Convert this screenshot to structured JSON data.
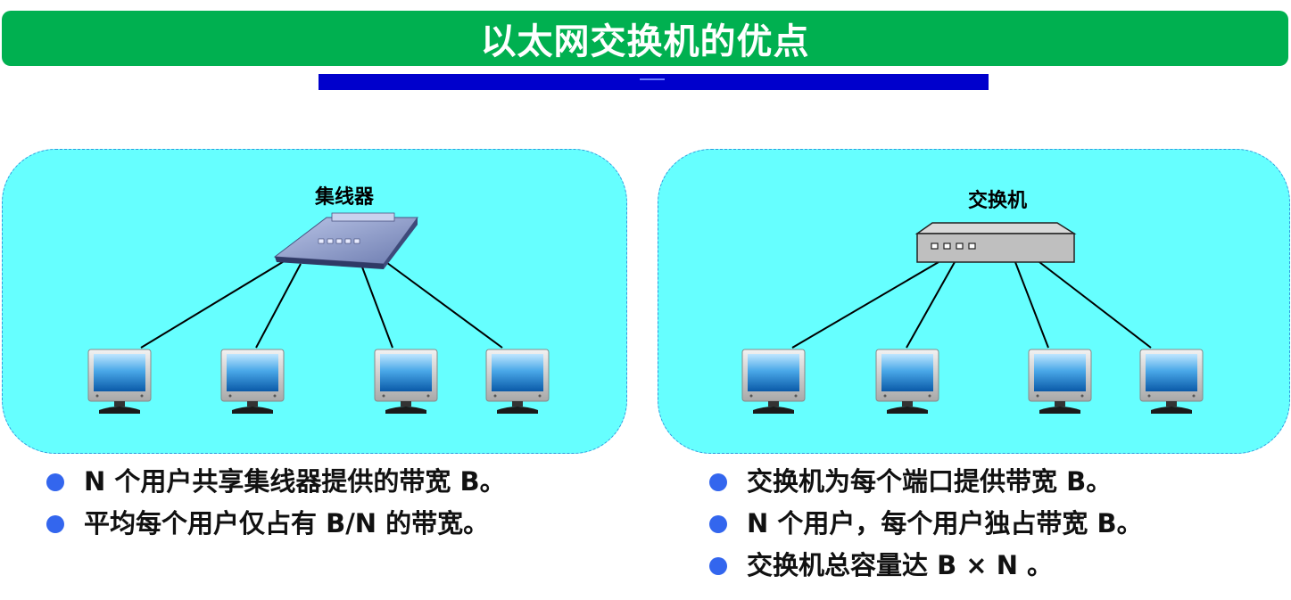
{
  "title": "以太网交换机的优点",
  "colors": {
    "title_bg": "#00b050",
    "panel_bg": "#66ffff",
    "panel_border": "#3399dd",
    "bullet": "#3366ee",
    "strip": "#0000cc"
  },
  "left_panel": {
    "device_label": "集线器",
    "device_icon": "hub-icon",
    "computers": 4
  },
  "right_panel": {
    "device_label": "交换机",
    "device_icon": "switch-icon",
    "computers": 4
  },
  "bullets_left": [
    "N 个用户共享集线器提供的带宽 B。",
    "平均每个用户仅占有 B/N 的带宽。"
  ],
  "bullets_right": [
    "交换机为每个端口提供带宽 B。",
    "N 个用户，每个用户独占带宽 B。",
    "交换机总容量达 B × N 。"
  ]
}
